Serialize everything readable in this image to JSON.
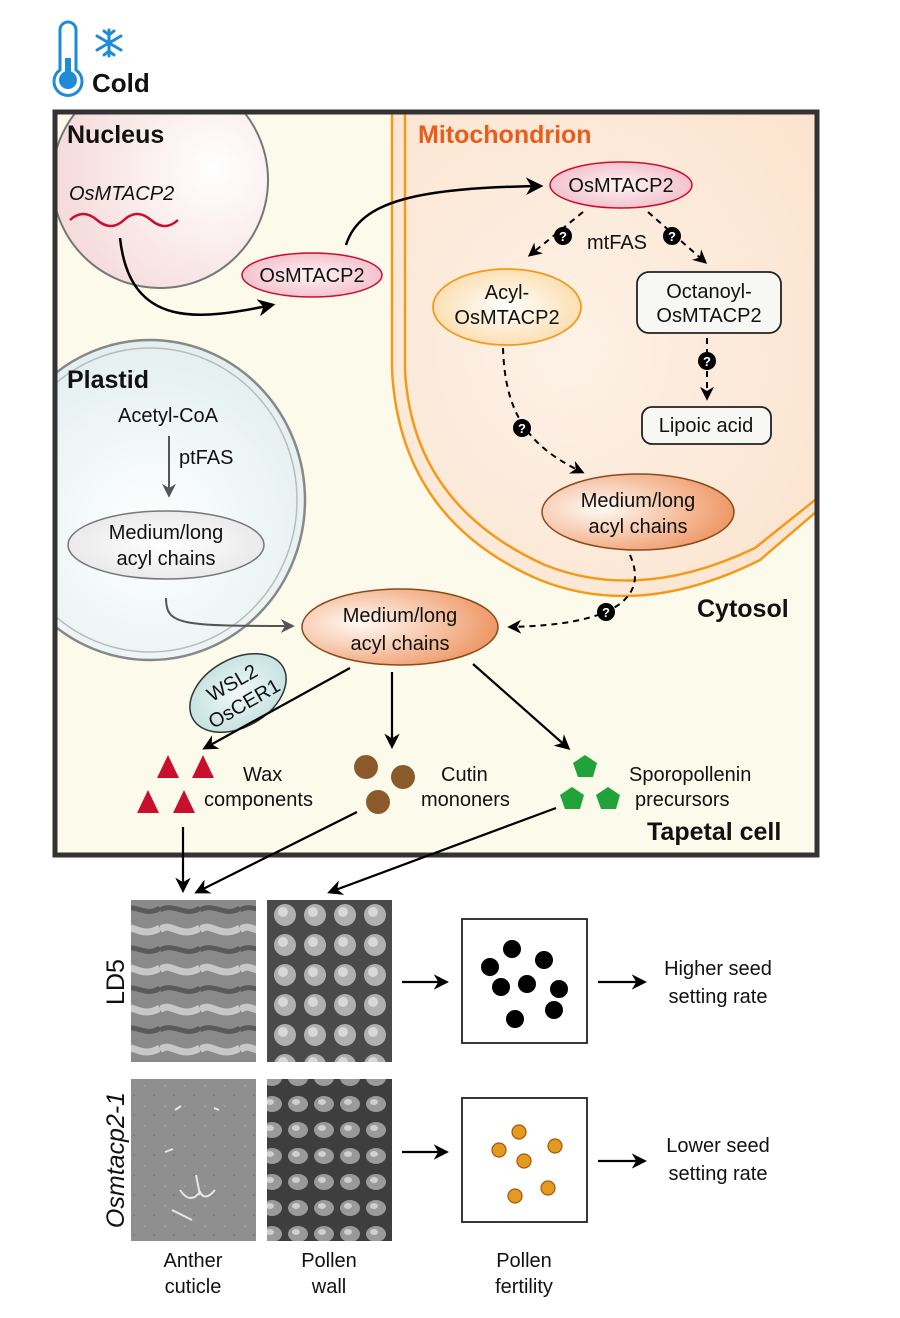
{
  "condition": {
    "label": "Cold",
    "icons": [
      "thermometer-icon",
      "snowflake-icon"
    ],
    "color": "#1f8ad6"
  },
  "compartments": {
    "nucleus": "Nucleus",
    "mitochondrion": "Mitochondrion",
    "plastid": "Plastid",
    "cytosol": "Cytosol",
    "tapetal_cell": "Tapetal cell"
  },
  "nucleus": {
    "gene": "OsMTACP2"
  },
  "cytosol_protein": "OsMTACP2",
  "mitochondrion": {
    "protein": "OsMTACP2",
    "pathway": "mtFAS",
    "acyl_acp": [
      "Acyl-",
      "OsMTACP2"
    ],
    "octanoyl_acp": [
      "Octanoyl-",
      "OsMTACP2"
    ],
    "lipoic_acid": "Lipoic acid",
    "acyl_chains": [
      "Medium/long",
      "acyl chains"
    ],
    "unknown_marker": "?"
  },
  "plastid": {
    "substrate": "Acetyl-CoA",
    "pathway": "ptFAS",
    "acyl_chains": [
      "Medium/long",
      "acyl chains"
    ]
  },
  "cytosol": {
    "acyl_chains": [
      "Medium/long",
      "acyl chains"
    ],
    "enzymes": [
      "WSL2",
      "OsCER1"
    ]
  },
  "products": [
    {
      "label": [
        "Wax",
        "components"
      ],
      "shape": "triangle",
      "color": "#c8102e"
    },
    {
      "label": [
        "Cutin",
        "mononers"
      ],
      "shape": "circle",
      "color": "#8b5a2b"
    },
    {
      "label": [
        "Sporopollenin",
        "precursors"
      ],
      "shape": "pentagon",
      "color": "#21a33a"
    }
  ],
  "phenotypes": {
    "rows": [
      {
        "genotype": "LD5",
        "italic": false,
        "outcome": [
          "Higher seed",
          "setting rate"
        ],
        "pollen": "fertile-black"
      },
      {
        "genotype": "Osmtacp2-1",
        "italic": true,
        "outcome": [
          "Lower seed",
          "setting rate"
        ],
        "pollen": "sterile-orange"
      }
    ],
    "columns": [
      [
        "Anther",
        "cuticle"
      ],
      [
        "Pollen",
        "wall"
      ],
      [
        "Pollen",
        "fertility"
      ]
    ]
  },
  "colors": {
    "frame": "#333333",
    "cell_bg": "#fcfaea",
    "mito_membrane": "#f39a1a",
    "mito_title": "#e85d1c",
    "protein_stroke": "#c8102e",
    "acyl_stroke": "#8b4a1a",
    "plastid_stroke": "#888888",
    "enzyme_fill": "#cfe7e6"
  }
}
